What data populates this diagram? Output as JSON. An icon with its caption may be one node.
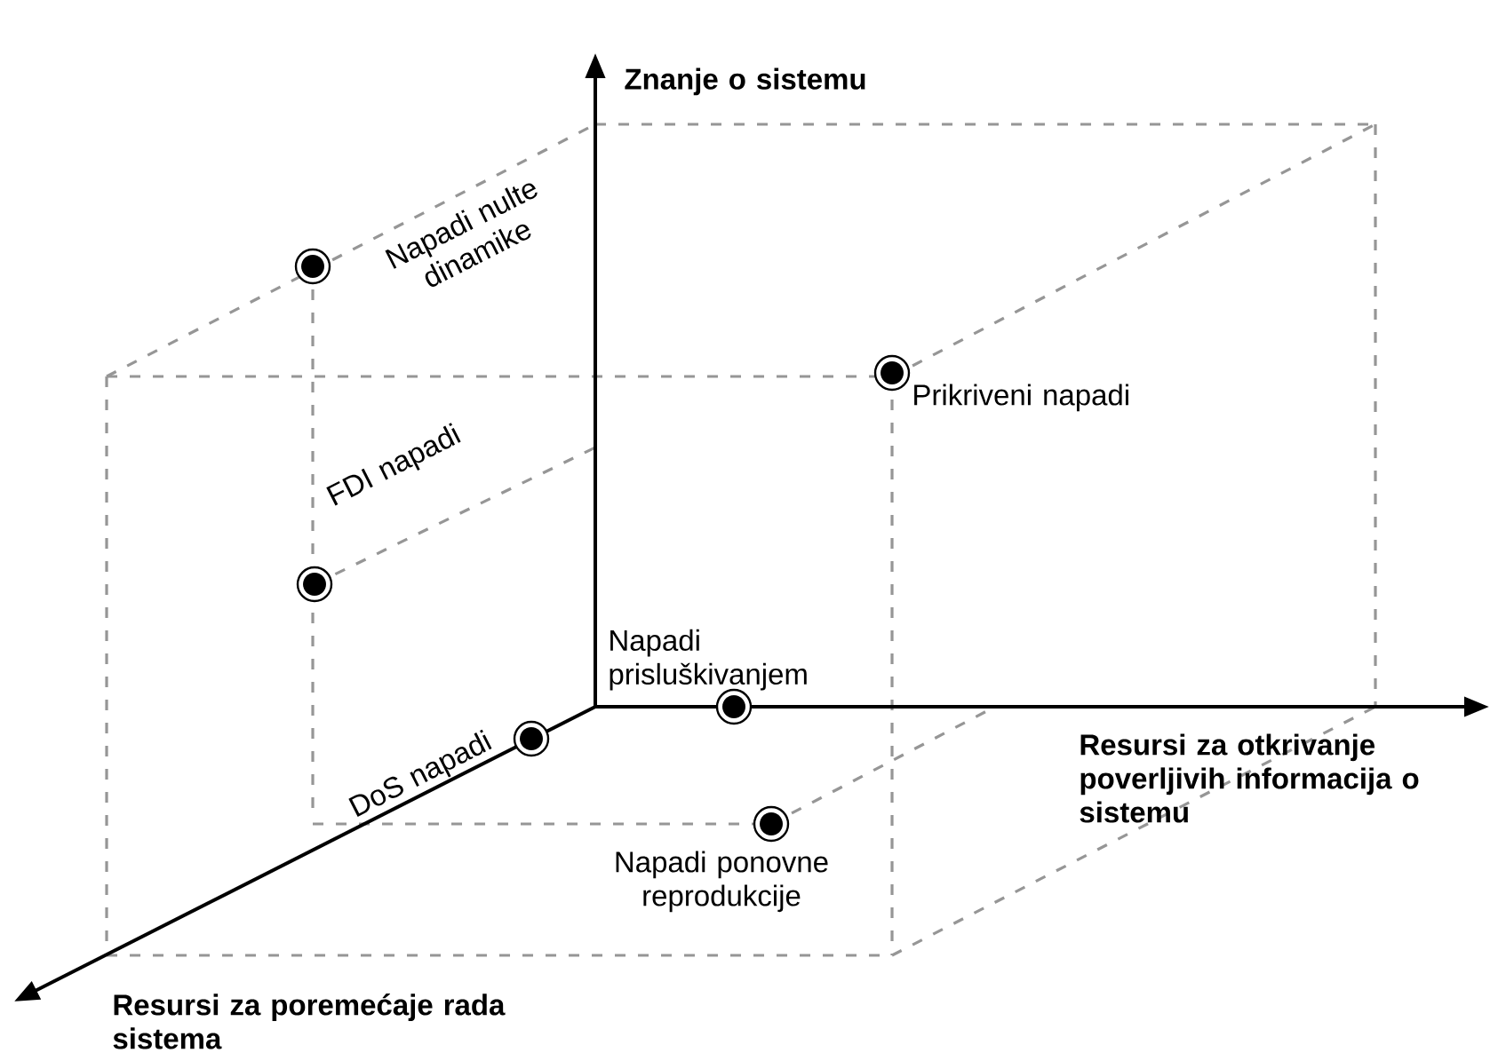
{
  "diagram": {
    "nodes": [
      {
        "text": [],
        "shape": "circle",
        "beside": [
          "Napadi nulte dinamike"
        ]
      },
      {
        "text": [],
        "shape": "circle",
        "beside": [
          "Prikriveni napadi"
        ]
      },
      {
        "text": [],
        "shape": "circle",
        "beside": [
          "FDI napadi"
        ]
      },
      {
        "text": [],
        "shape": "circle",
        "beside": [
          "Napadi prisluškivanjem"
        ]
      },
      {
        "text": [],
        "shape": "circle",
        "beside": [
          "DoS napadi"
        ]
      },
      {
        "text": [],
        "shape": "circle",
        "beside": [
          "Napadi ponovne reprodukcije"
        ]
      }
    ],
    "labels": [
      "Znanje o sistemu",
      "Resursi za otkrivanje poverljivih informacija o sistemu",
      "Resursi za poremećaje rada sistema"
    ]
  }
}
